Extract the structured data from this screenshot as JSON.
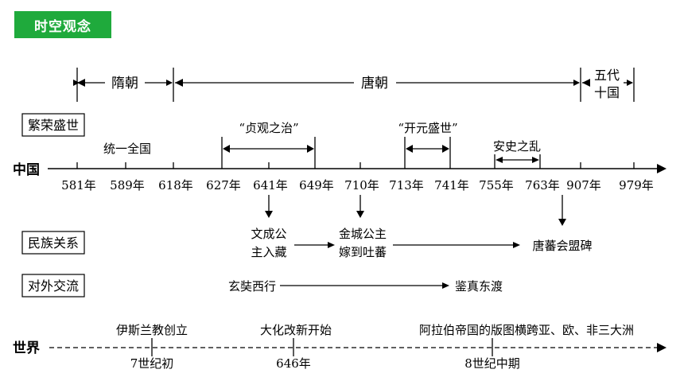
{
  "title": "时空观念",
  "colors": {
    "accent": "#1faa3c",
    "line": "#000000"
  },
  "dynasties": {
    "sui": "隋朝",
    "tang": "唐朝",
    "five_dynasties_line1": "五代",
    "five_dynasties_line2": "十国"
  },
  "labels": {
    "prosperity": "繁荣盛世",
    "ethnic": "民族关系",
    "foreign": "对外交流",
    "china": "中国",
    "world": "世界"
  },
  "periods": {
    "unification": "统一全国",
    "zhenguan": "“贞观之治”",
    "kaiyuan": "“开元盛世”",
    "anshi": "安史之乱"
  },
  "years": [
    "581年",
    "589年",
    "618年",
    "627年",
    "641年",
    "649年",
    "710年",
    "713年",
    "741年",
    "755年",
    "763年",
    "907年",
    "979年"
  ],
  "ethnic_events": {
    "wencheng_line1": "文成公",
    "wencheng_line2": "主入藏",
    "jincheng_line1": "金城公主",
    "jincheng_line2": "嫁到吐蕃",
    "tablet": "唐蕃会盟碑"
  },
  "foreign_events": {
    "xuanzang": "玄奘西行",
    "jianzhen": "鉴真东渡"
  },
  "world_events": {
    "islam": "伊斯兰教创立",
    "taika": "大化改新开始",
    "arab": "阿拉伯帝国的版图横跨亚、欧、非三大洲",
    "islam_date": "7世纪初",
    "taika_date": "646年",
    "arab_date": "8世纪中期"
  }
}
